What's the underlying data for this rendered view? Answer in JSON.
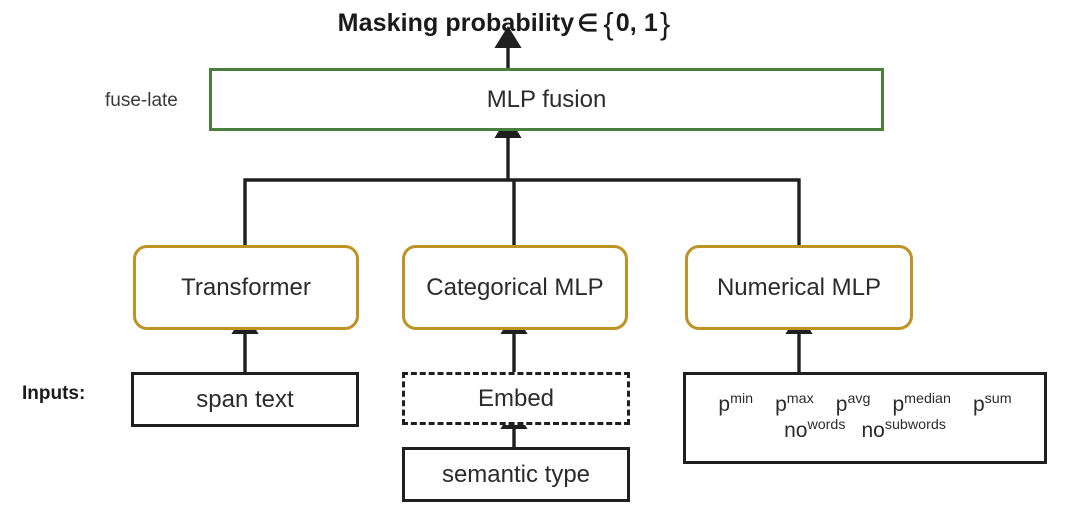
{
  "diagram": {
    "title": {
      "prefix": "Masking probability",
      "member_symbol": "∈",
      "open_brace": "{",
      "set_values": "0, 1",
      "close_brace": "}"
    },
    "labels": {
      "fuse_late": "fuse-late",
      "inputs": "Inputs:"
    },
    "colors": {
      "fusion_border": "#4a7f3d",
      "encoder_border": "#bf9323",
      "input_border": "#1f1f1f",
      "line": "#1f1f1f",
      "text": "#2b2b2b"
    },
    "fusion": {
      "label": "MLP fusion"
    },
    "encoders": [
      {
        "label": "Transformer"
      },
      {
        "label": "Categorical MLP"
      },
      {
        "label": "Numerical MLP"
      }
    ],
    "inputs": {
      "span_text": "span text",
      "embed": "Embed",
      "semantic_type": "semantic type",
      "numerical_features_row1": [
        {
          "base": "p",
          "sup": "min"
        },
        {
          "base": "p",
          "sup": "max"
        },
        {
          "base": "p",
          "sup": "avg"
        },
        {
          "base": "p",
          "sup": "median"
        },
        {
          "base": "p",
          "sup": "sum"
        }
      ],
      "numerical_features_row2": [
        {
          "base": "no",
          "sup": "words"
        },
        {
          "base": "no",
          "sup": "subwords"
        }
      ]
    }
  }
}
